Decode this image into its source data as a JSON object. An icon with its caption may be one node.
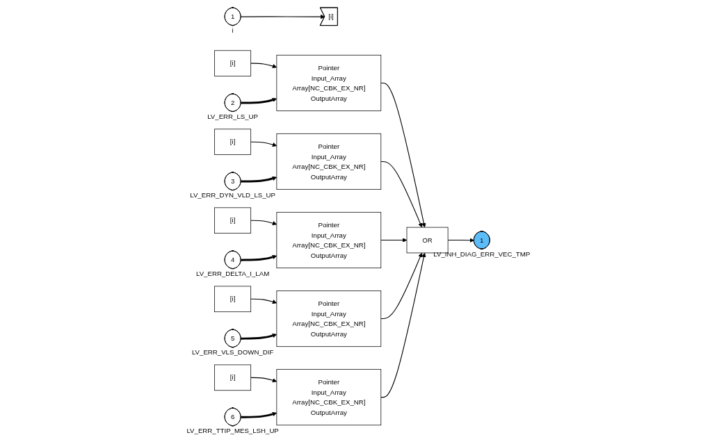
{
  "diagram": {
    "nodes": [
      {
        "text": [
          "1"
        ],
        "beside": [
          "i"
        ]
      },
      {
        "text": [
          "[i]"
        ]
      },
      {
        "text": [
          "[i]"
        ]
      },
      {
        "text": [
          "2"
        ],
        "beside": [
          "LV_ERR_LS_UP"
        ]
      },
      {
        "text": [
          "Pointer",
          "Input_Array",
          "Array[NC_CBK_EX_NR]",
          "OutputArray"
        ]
      },
      {
        "text": [
          "[i]"
        ]
      },
      {
        "text": [
          "3"
        ],
        "beside": [
          "LV_ERR_DYN_VLD_LS_UP"
        ]
      },
      {
        "text": [
          "Pointer",
          "Input_Array",
          "Array[NC_CBK_EX_NR]",
          "OutputArray"
        ]
      },
      {
        "text": [
          "[i]"
        ]
      },
      {
        "text": [
          "4"
        ],
        "beside": [
          "LV_ERR_DELTA_I_LAM"
        ]
      },
      {
        "text": [
          "Pointer",
          "Input_Array",
          "Array[NC_CBK_EX_NR]",
          "OutputArray"
        ]
      },
      {
        "text": [
          "[i]"
        ]
      },
      {
        "text": [
          "5"
        ],
        "beside": [
          "LV_ERR_VLS_DOWN_DIF"
        ]
      },
      {
        "text": [
          "Pointer",
          "Input_Array",
          "Array[NC_CBK_EX_NR]",
          "OutputArray"
        ]
      },
      {
        "text": [
          "[i]"
        ]
      },
      {
        "text": [
          "6"
        ],
        "beside": [
          "LV_ERR_TTIP_MES_LSH_UP"
        ]
      },
      {
        "text": [
          "Pointer",
          "Input_Array",
          "Array[NC_CBK_EX_NR]",
          "OutputArray"
        ]
      },
      {
        "text": [
          "OR"
        ]
      },
      {
        "text": [
          "1"
        ],
        "beside": [
          "LV_INH_DIAG_ERR_VEC_TMP"
        ]
      }
    ],
    "edges": [
      {
        "from": 0,
        "to": 1,
        "arrow": "to"
      },
      {
        "from": 2,
        "to": 4,
        "arrow": "to"
      },
      {
        "from": 3,
        "to": 4,
        "arrow": "to",
        "style": "thick"
      },
      {
        "from": 5,
        "to": 7,
        "arrow": "to"
      },
      {
        "from": 6,
        "to": 7,
        "arrow": "to",
        "style": "thick"
      },
      {
        "from": 8,
        "to": 10,
        "arrow": "to"
      },
      {
        "from": 9,
        "to": 10,
        "arrow": "to",
        "style": "thick"
      },
      {
        "from": 11,
        "to": 13,
        "arrow": "to"
      },
      {
        "from": 12,
        "to": 13,
        "arrow": "to",
        "style": "thick"
      },
      {
        "from": 14,
        "to": 16,
        "arrow": "to"
      },
      {
        "from": 15,
        "to": 16,
        "arrow": "to",
        "style": "thick"
      },
      {
        "from": 4,
        "to": 17,
        "arrow": "to"
      },
      {
        "from": 7,
        "to": 17,
        "arrow": "to"
      },
      {
        "from": 10,
        "to": 17,
        "arrow": "to"
      },
      {
        "from": 13,
        "to": 17,
        "arrow": "to"
      },
      {
        "from": 16,
        "to": 17,
        "arrow": "to"
      },
      {
        "from": 17,
        "to": 18,
        "arrow": "to"
      }
    ]
  }
}
